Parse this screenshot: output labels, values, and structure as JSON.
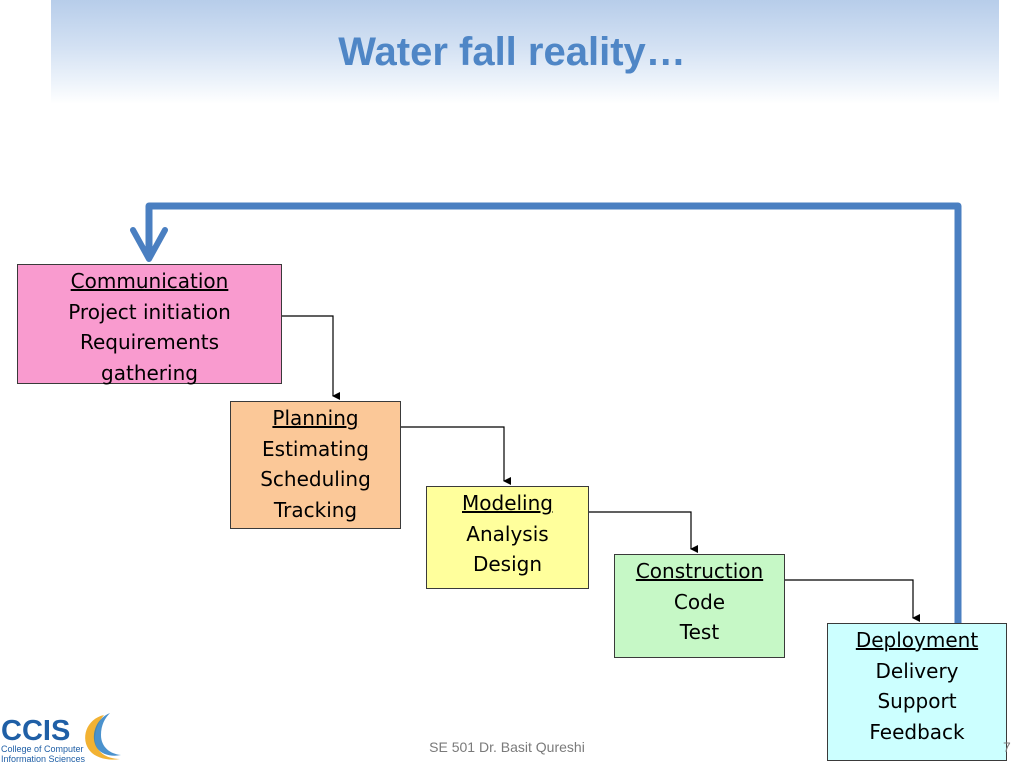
{
  "title": "Water fall reality…",
  "stages": [
    {
      "heading": "Communication",
      "lines": [
        "Project initiation",
        "Requirements",
        "gathering"
      ],
      "color": "#f99bcf"
    },
    {
      "heading": "Planning",
      "lines": [
        "Estimating",
        "Scheduling",
        "Tracking"
      ],
      "color": "#fbc898"
    },
    {
      "heading": "Modeling",
      "lines": [
        "Analysis",
        "Design"
      ],
      "color": "#ffff9c"
    },
    {
      "heading": "Construction",
      "lines": [
        "Code",
        "Test"
      ],
      "color": "#c6f8c6"
    },
    {
      "heading": "Deployment",
      "lines": [
        "Delivery",
        "Support",
        "Feedback"
      ],
      "color": "#ccffff"
    }
  ],
  "feedback_arrow_color": "#4a7fc1",
  "footer": "SE 501 Dr. Basit Qureshi",
  "page_number": "7",
  "logo": {
    "text": "CCIS",
    "subtext_1": "College of Computer",
    "subtext_2": "Information Sciences",
    "color": "#1f5fa6"
  }
}
